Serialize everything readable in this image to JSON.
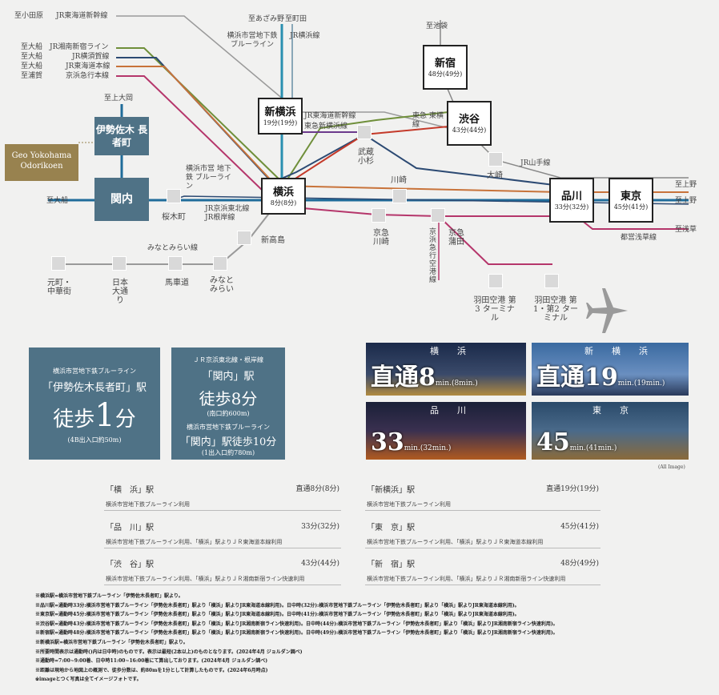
{
  "colors": {
    "accent_blue": "#4f7286",
    "geo_gold": "#98824f",
    "line_blue": "#1f6c9a",
    "line_teal": "#2a8fb0",
    "line_green": "#6f8f3a",
    "line_red": "#c43a2a",
    "line_purple": "#6c3a8c",
    "line_magenta": "#b5366b",
    "line_navy": "#2c4a73",
    "line_gray": "#9a9a9a"
  },
  "map": {
    "dest": {
      "odawara": "至小田原",
      "oofuna1": "至大船",
      "oofuna2": "至大船",
      "oofuna3": "至大船",
      "uraga": "至浦賀",
      "kamiooka": "至上大岡",
      "oofuna_w": "至大船",
      "azamino": "至あざみ野",
      "machida": "至町田",
      "ikebukuro": "至池袋",
      "ueno1": "至上野",
      "ueno2": "至上野",
      "asakusa": "至浅草"
    },
    "lines": {
      "jr_shinkansen_top": "JR東海道新幹線",
      "jr_shonan": "JR湘南新宿ライン",
      "jr_yokosuka": "JR横須賀線",
      "jr_tokaido": "JR東海道本線",
      "keikyu": "京浜急行本線",
      "blue_line": "横浜市営地下鉄 ブルーライン",
      "jr_yokohama": "JR横浜線",
      "shinkansen_mid": "JR東海道新幹線",
      "toyoko_shin": "東急新横浜線",
      "toyoko": "東急 東横線",
      "yamanote": "JR山手線",
      "subway_blue": "横浜市営 地下鉄 ブルーライン",
      "keihin_negishi": "JR京浜東北線 JR根岸線",
      "minatomirai": "みなとみらい線",
      "keikyu_airport": "京浜急行空港線",
      "asakusa_line": "都営浅草線"
    },
    "big": {
      "shinyoko_name": "新横浜",
      "shinyoko_time": "19分(19分)",
      "yokohama_name": "横浜",
      "yokohama_time": "8分(8分)",
      "shinjuku_name": "新宿",
      "shinjuku_time": "48分(49分)",
      "shibuya_name": "渋谷",
      "shibuya_time": "43分(44分)",
      "shinagawa_name": "品川",
      "shinagawa_time": "33分(32分)",
      "tokyo_name": "東京",
      "tokyo_time": "45分(41分)"
    },
    "small": {
      "musashikosugi": "武蔵 小杉",
      "kawasaki": "川崎",
      "keikyu_kawasaki": "京急 川崎",
      "keikyu_kamata": "京急 蒲田",
      "osaki": "大崎",
      "sakuragicho": "桜木町",
      "shintakashima": "新高島",
      "minatomirai_st": "みなと みらい",
      "bashamichi": "馬車道",
      "nihon_odori": "日本 大通り",
      "motomachi": "元町・ 中華街",
      "haneda3": "羽田空港 第3 ターミナル",
      "haneda12": "羽田空港 第1・第2 ターミナル"
    },
    "isezaki": "伊勢佐木 長者町",
    "kannai": "関内",
    "geo": "Geo Yokohama Odorikoen",
    "plane_icon": "airplane-icon"
  },
  "cards": {
    "card1_line": "横浜市営地下鉄ブルーライン",
    "card1_st": "「伊勢佐木長者町」駅",
    "card1_walk": "徒歩",
    "card1_num": "1",
    "card1_unit": "分",
    "card1_note": "(4B出入口約50m)",
    "card2_line": "ＪＲ京浜東北線・根岸線",
    "card2_st": "「関内」駅",
    "card2_walk": "徒歩8分",
    "card2_note": "(南口約600m)",
    "card2_line2": "横浜市営地下鉄ブルーライン",
    "card2_st2": "「関内」駅徒歩10分",
    "card2_note2": "(1出入口約780m)"
  },
  "photos": {
    "p1_name": "横　浜",
    "p1_time": "直通8",
    "p1_unit": "min.(8min.)",
    "p2_name": "新　横　浜",
    "p2_time": "直通19",
    "p2_unit": "min.(19min.)",
    "p3_name": "品　川",
    "p3_time": "33",
    "p3_unit": "min.(32min.)",
    "p4_name": "東　京",
    "p4_time": "45",
    "p4_unit": "min.(41min.)",
    "caption": "(All Image)"
  },
  "table": [
    {
      "station": "「横　浜」駅",
      "time": "直通8分(8分)",
      "route": "横浜市営地下鉄ブルーライン利用"
    },
    {
      "station": "「新横浜」駅",
      "time": "直通19分(19分)",
      "route": "横浜市営地下鉄ブルーライン利用"
    },
    {
      "station": "「品　川」駅",
      "time": "33分(32分)",
      "route": "横浜市営地下鉄ブルーライン利用、「横浜」駅よりＪＲ東海道本線利用"
    },
    {
      "station": "「東　京」駅",
      "time": "45分(41分)",
      "route": "横浜市営地下鉄ブルーライン利用、「横浜」駅よりＪＲ東海道本線利用"
    },
    {
      "station": "「渋　谷」駅",
      "time": "43分(44分)",
      "route": "横浜市営地下鉄ブルーライン利用、「横浜」駅よりＪＲ湘南新宿ライン快速利用"
    },
    {
      "station": "「新　宿」駅",
      "time": "48分(49分)",
      "route": "横浜市営地下鉄ブルーライン利用、「横浜」駅よりＪＲ湘南新宿ライン快速利用"
    }
  ],
  "notes": [
    "※横浜駅=横浜市営地下鉄ブルーライン「伊勢佐木長者町」駅より。",
    "※品川駅=通勤時33分:横浜市営地下鉄ブルーライン「伊勢佐木長者町」駅より「横浜」駅よりJR東海道本線利用)。日中時(32分):横浜市営地下鉄ブルーライン「伊勢佐木長者町」駅より「横浜」駅よりJR東海道本線利用)。",
    "※東京駅=通勤時45分:横浜市営地下鉄ブルーライン「伊勢佐木長者町」駅より「横浜」駅よりJR東海道本線利用)。日中時(41分):横浜市営地下鉄ブルーライン「伊勢佐木長者町」駅より「横浜」駅よりJR東海道本線利用)。",
    "※渋谷駅=通勤時43分:横浜市営地下鉄ブルーライン「伊勢佐木長者町」駅より「横浜」駅よりJR湘南新宿ライン快速利用)。日中時(44分):横浜市営地下鉄ブルーライン「伊勢佐木長者町」駅より「横浜」駅よりJR湘南新宿ライン快速利用)。",
    "※新宿駅=通勤時48分:横浜市営地下鉄ブルーライン「伊勢佐木長者町」駅より「横浜」駅よりJR湘南新宿ライン快速利用)。日中時(49分):横浜市営地下鉄ブルーライン「伊勢佐木長者町」駅より「横浜」駅よりJR湘南新宿ライン快速利用)。",
    "※新横浜駅=横浜市営地下鉄ブルーライン「伊勢佐木長者町」駅より。",
    "※所要時間表示は通勤時()内は日中時)のものです。表示は最短(2本以上)のものとなります。(2024年4月 ジョルダン調べ)",
    "※通勤時=7:00~9:00着、日中時11:00~16:00着にて算出しております。(2024年4月 ジョルダン調べ)",
    "※距離は現地から地図上の概測で、徒歩分数は、約80mを1分として計算したものです。(2024年6月時点)",
    "※imageとつく写真は全てイメージフォトです。"
  ]
}
